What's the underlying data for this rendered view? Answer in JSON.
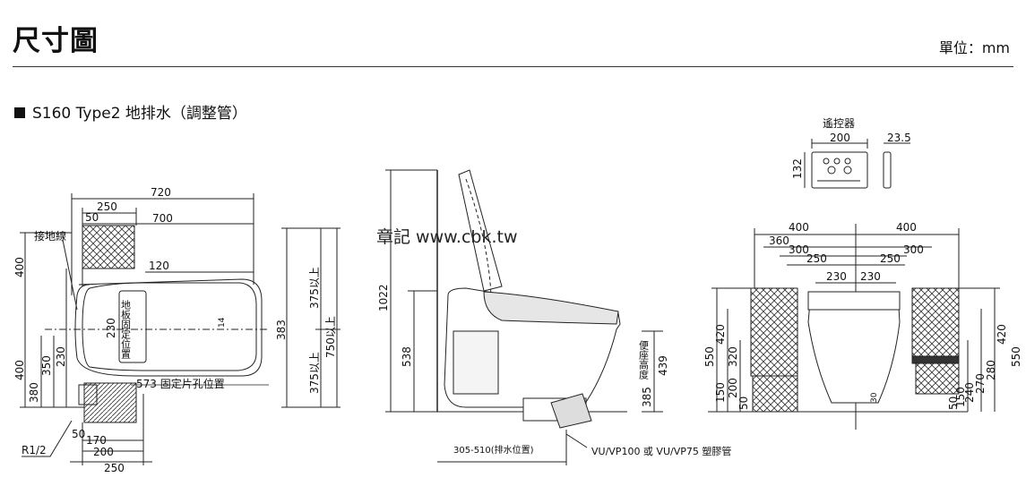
{
  "header": {
    "title": "尺寸圖",
    "unit": "單位：mm"
  },
  "section_title": "S160 Type2 地排水（調整管）",
  "watermark": "章記 www.cbk.tw",
  "plan_view": {
    "dims": {
      "d720": "720",
      "d250": "250",
      "d50": "50",
      "d700": "700",
      "d120": "120",
      "d400a": "400",
      "d400b": "400",
      "d350": "350",
      "d380": "380",
      "d230a": "230",
      "d230b": "230",
      "d383": "383",
      "d375a": "375以上",
      "d375b": "375以上",
      "d750": "750以上",
      "d170": "170",
      "d200": "200",
      "d250b": "250",
      "d50b": "50",
      "d14": "14"
    },
    "labels": {
      "ground_wire": "接地線",
      "fix_hole": "573 固定片孔位置",
      "floor_drain": "地板固定位置",
      "r12": "R1/2"
    }
  },
  "side_view": {
    "dims": {
      "d1022": "1022",
      "d538": "538",
      "d385": "385",
      "d439": "439"
    },
    "labels": {
      "seat_height": "便座高度",
      "drain_pos": "305-510(排水位置)",
      "pipe": "VU/VP100 或 VU/VP75 塑膠管"
    }
  },
  "front_view": {
    "dims": {
      "d400l": "400",
      "d400r": "400",
      "d360": "360",
      "d300l": "300",
      "d300r": "300",
      "d250l": "250",
      "d250r": "250",
      "d230l": "230",
      "d230r": "230",
      "d550l": "550",
      "d420l": "420",
      "d320": "320",
      "d200": "200",
      "d150l": "150",
      "d50l": "50",
      "d550r": "550",
      "d420r": "420",
      "d280": "280",
      "d270": "270",
      "d240": "240",
      "d150r": "150",
      "d50r": "50",
      "d30": "30"
    }
  },
  "remote": {
    "title": "遙控器",
    "dims": {
      "w": "200",
      "h": "132",
      "t": "23.5"
    }
  }
}
